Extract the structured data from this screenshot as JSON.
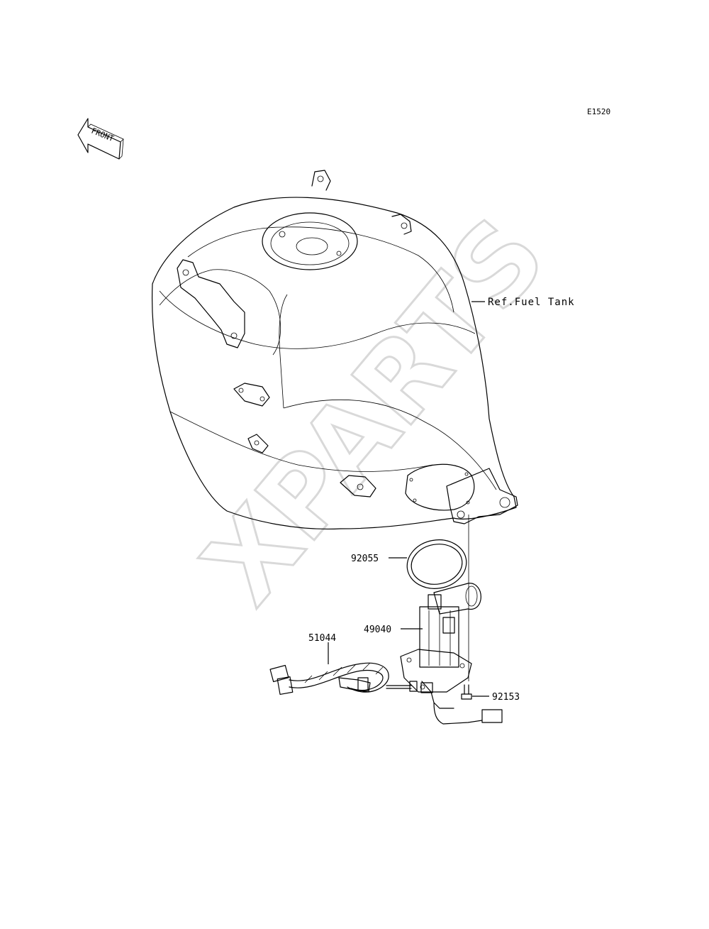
{
  "diagram_code": "E1520",
  "front_arrow_label": "FRONT",
  "watermark": "XPARTS",
  "callouts": {
    "fuel_tank_ref": "Ref.Fuel Tank",
    "gasket": "92055",
    "fuel_pump": "49040",
    "harness": "51044",
    "bolt": "92153"
  }
}
